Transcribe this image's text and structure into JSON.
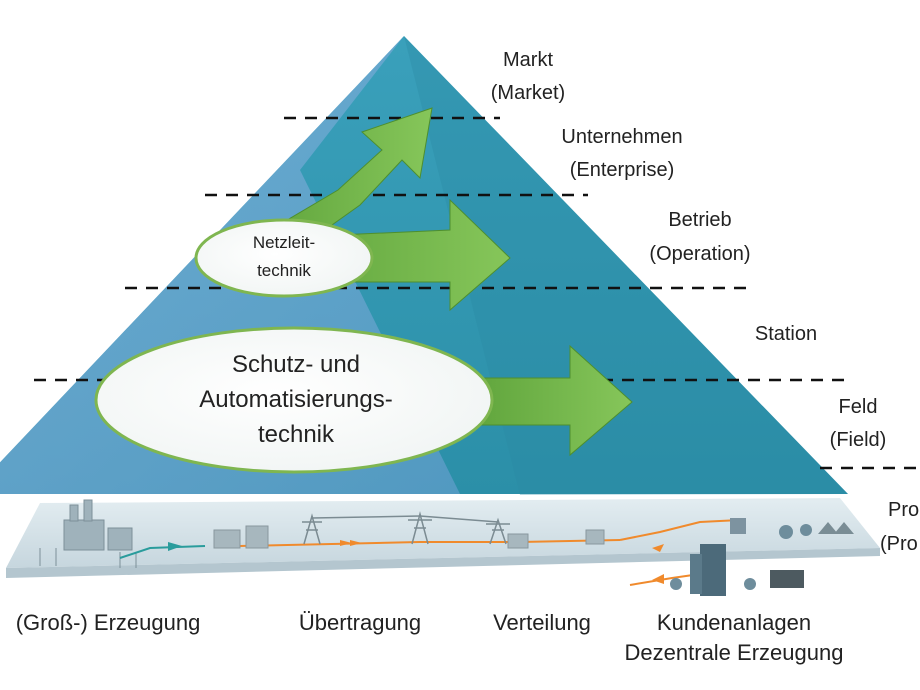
{
  "levels": [
    {
      "id": "market",
      "line1": "Markt",
      "line2": "(Market)"
    },
    {
      "id": "enterprise",
      "line1": "Unternehmen",
      "line2": "(Enterprise)"
    },
    {
      "id": "operation",
      "line1": "Betrieb",
      "line2": "(Operation)"
    },
    {
      "id": "station",
      "line1": "Station",
      "line2": ""
    },
    {
      "id": "field",
      "line1": "Feld",
      "line2": "(Field)"
    },
    {
      "id": "process",
      "line1": "Pro",
      "line2": "(Pro"
    }
  ],
  "bubbles": {
    "netzleit": {
      "line1": "Netzleit-",
      "line2": "technik"
    },
    "schutz": {
      "line1": "Schutz- und",
      "line2": "Automatisierungs-",
      "line3": "technik"
    }
  },
  "bottom_labels": {
    "erzeugung": "(Groß-) Erzeugung",
    "uebertragung": "Übertragung",
    "verteilung": "Verteilung",
    "kunden_line1": "Kundenanlagen",
    "kunden_line2": "Dezentrale Erzeugung"
  },
  "colors": {
    "pyramid_dark": "#2e93ad",
    "pyramid_light": "#6aa6cf",
    "arrow_green": "#74b84a",
    "ground": "#d6e4ea"
  }
}
